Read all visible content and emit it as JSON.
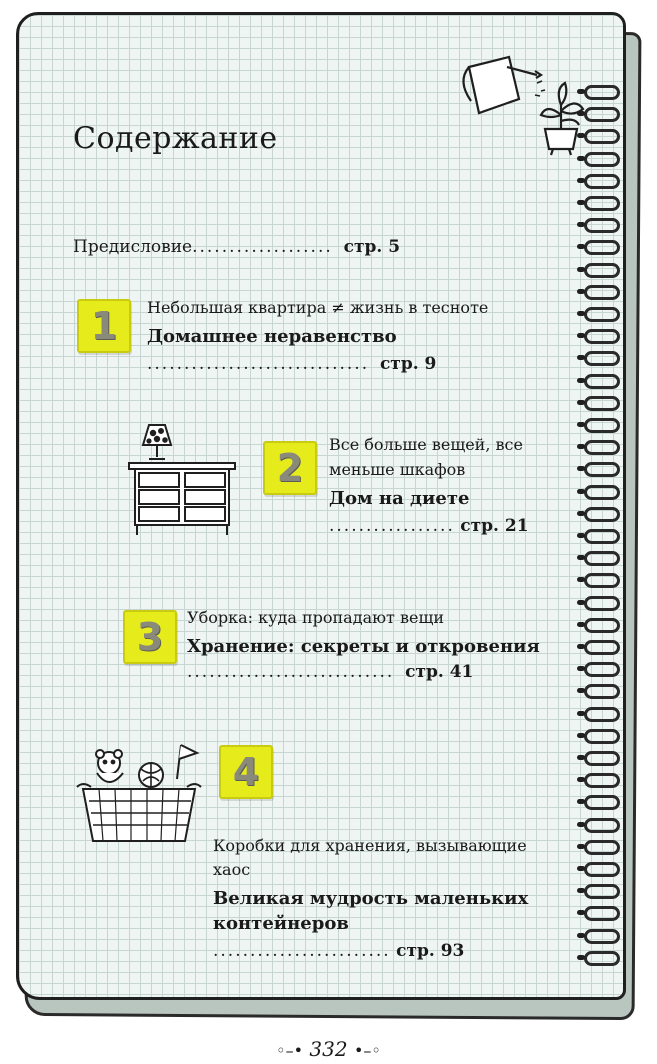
{
  "title": "Содержание",
  "preface": {
    "label": "Предисловие",
    "dots": "...................",
    "page": "стр. 5"
  },
  "chapters": [
    {
      "number": "1",
      "subtitle": "Небольшая квартира ≠ жизнь в тесноте",
      "heading": "Домашнее неравенство",
      "dots": "..............................",
      "page": "стр. 9"
    },
    {
      "number": "2",
      "subtitle_line1": "Все больше вещей, все",
      "subtitle_line2": "меньше шкафов",
      "heading": "Дом на диете",
      "dots": ".................",
      "page": "стр. 21"
    },
    {
      "number": "3",
      "subtitle": "Уборка: куда пропадают вещи",
      "heading": "Хранение: секреты и откровения",
      "dots": "............................",
      "page": "стр. 41"
    },
    {
      "number": "4",
      "subtitle_line1": "Коробки для хранения, вызывающие",
      "subtitle_line2": "хаос",
      "heading_line1": "Великая мудрость маленьких",
      "heading_line2": "контейнеров",
      "dots": "........................",
      "page": "стр. 93"
    }
  ],
  "footer": {
    "page_number": "332",
    "left_ornament": "◦–•",
    "right_ornament": "•–◦"
  },
  "colors": {
    "number_box": "#e6eb1c",
    "grid_background": "#eef5f3",
    "grid_lines": "#c7d6d3"
  },
  "illustrations": [
    "watering-can-and-plant",
    "dresser-with-lamp",
    "basket-with-toys"
  ]
}
